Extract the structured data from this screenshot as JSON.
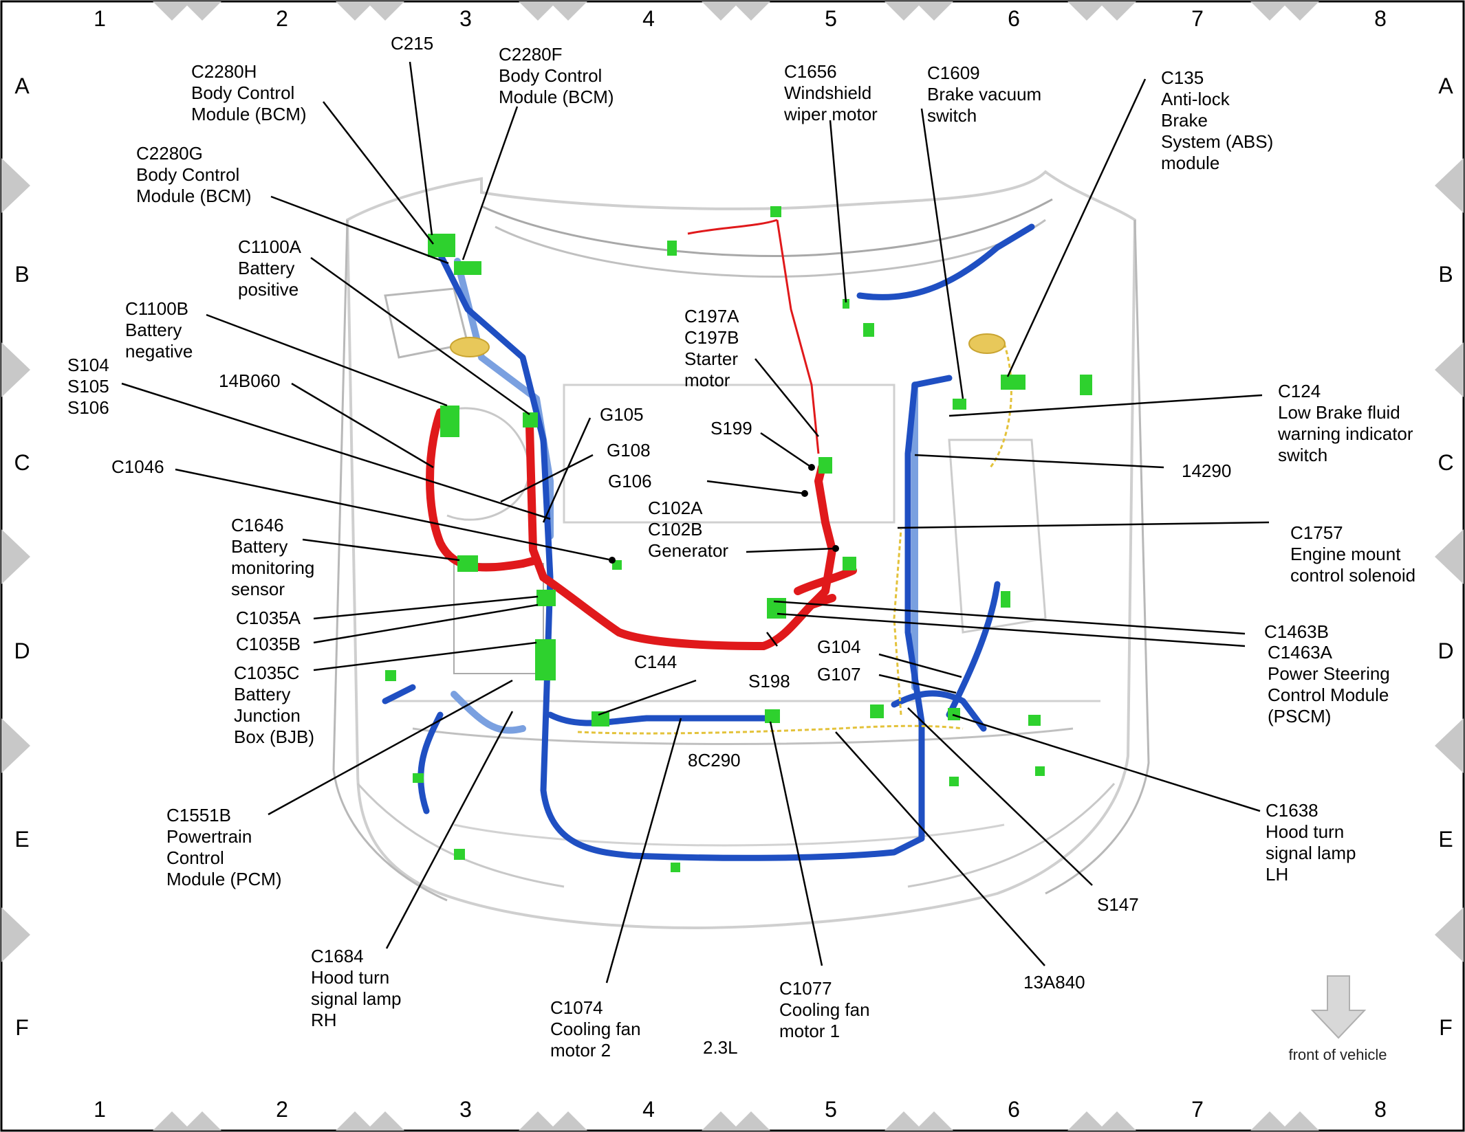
{
  "title": "2.3L",
  "orientation_label": "front of vehicle",
  "grid": {
    "columns": [
      "1",
      "2",
      "3",
      "4",
      "5",
      "6",
      "7",
      "8"
    ],
    "rows": [
      "A",
      "B",
      "C",
      "D",
      "E",
      "F"
    ]
  },
  "colors": {
    "harness_red": "#e0191b",
    "harness_blue": "#1f4fc2",
    "harness_lightblue": "#7aa0e0",
    "connector_green": "#2ed12e",
    "outline_gray": "#b8b8b8",
    "triangle_gray": "#c8c8c8"
  },
  "labels": {
    "c215": [
      "C215"
    ],
    "c2280h": [
      "C2280H",
      "Body Control",
      "Module (BCM)"
    ],
    "c2280f": [
      "C2280F",
      "Body Control",
      "Module (BCM)"
    ],
    "c2280g": [
      "C2280G",
      "Body Control",
      "Module (BCM)"
    ],
    "c1100a": [
      "C1100A",
      "Battery",
      "positive"
    ],
    "c1100b": [
      "C1100B",
      "Battery",
      "negative"
    ],
    "s104": [
      "S104",
      "S105",
      "S106"
    ],
    "h14b060": [
      "14B060"
    ],
    "c1046": [
      "C1046"
    ],
    "c1646": [
      "C1646",
      "Battery",
      "monitoring",
      "sensor"
    ],
    "c1035a": [
      "C1035A"
    ],
    "c1035b": [
      "C1035B"
    ],
    "c1035c": [
      "C1035C",
      "Battery",
      "Junction",
      "Box (BJB)"
    ],
    "c1551b": [
      "C1551B",
      "Powertrain",
      "Control",
      "Module (PCM)"
    ],
    "c1684": [
      "C1684",
      "Hood turn",
      "signal lamp",
      "RH"
    ],
    "c1074": [
      "C1074",
      "Cooling fan",
      "motor 2"
    ],
    "c1077": [
      "C1077",
      "Cooling fan",
      "motor 1"
    ],
    "h8c290": [
      "8C290"
    ],
    "c144": [
      "C144"
    ],
    "g105": [
      "G105"
    ],
    "g108": [
      "G108"
    ],
    "g106": [
      "G106"
    ],
    "c102": [
      "C102A",
      "C102B",
      "Generator"
    ],
    "c197": [
      "C197A",
      "C197B",
      "Starter",
      "motor"
    ],
    "s199": [
      "S199"
    ],
    "s198": [
      "S198"
    ],
    "c1656": [
      "C1656",
      "Windshield",
      "wiper motor"
    ],
    "c1609": [
      "C1609",
      "Brake vacuum",
      "switch"
    ],
    "c135": [
      "C135",
      "Anti-lock",
      "Brake",
      "System (ABS)",
      "module"
    ],
    "c124": [
      "C124",
      "Low Brake fluid",
      "warning indicator",
      "switch"
    ],
    "h14290": [
      "14290"
    ],
    "c1757": [
      "C1757",
      "Engine mount",
      "control solenoid"
    ],
    "c1463b": [
      "C1463B"
    ],
    "c1463a": [
      "C1463A",
      "Power Steering",
      "Control Module",
      "(PSCM)"
    ],
    "g104": [
      "G104"
    ],
    "g107": [
      "G107"
    ],
    "c1638": [
      "C1638",
      "Hood turn",
      "signal lamp",
      "LH"
    ],
    "s147": [
      "S147"
    ],
    "h13a840": [
      "13A840"
    ]
  }
}
